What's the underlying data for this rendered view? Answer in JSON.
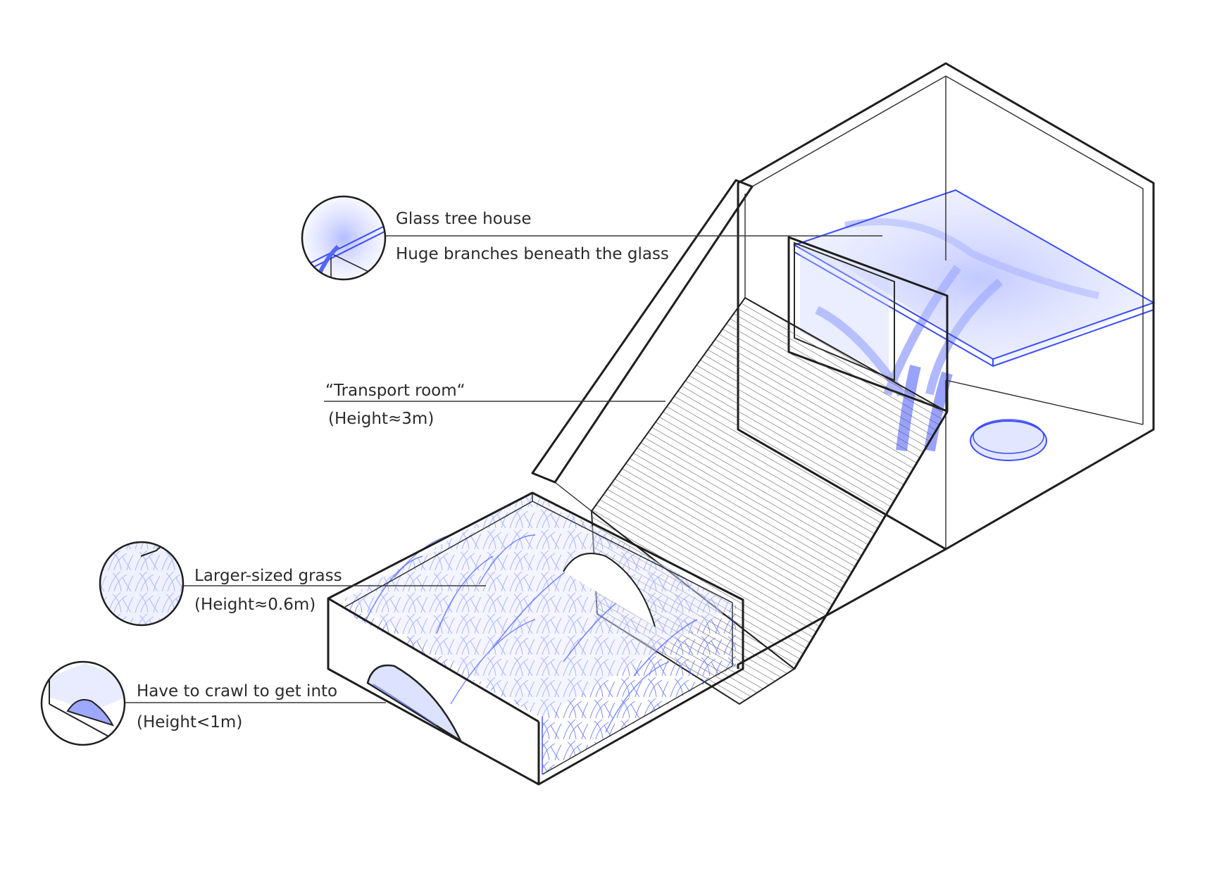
{
  "labels": {
    "glass_title": "Glass tree house",
    "glass_sub": "Huge branches beneath the glass",
    "transport_title": "“Transport room“",
    "transport_sub": "(Height≈3m)",
    "grass_title": "Larger-sized grass",
    "grass_sub": "(Height≈0.6m)",
    "crawl_title": "Have to crawl to get into",
    "crawl_sub": "(Height<1m)"
  },
  "colors": {
    "line": "#1e1e1e",
    "accent": "#3b4cff",
    "accent_light": "#9fa8ff",
    "background": "#ffffff"
  }
}
